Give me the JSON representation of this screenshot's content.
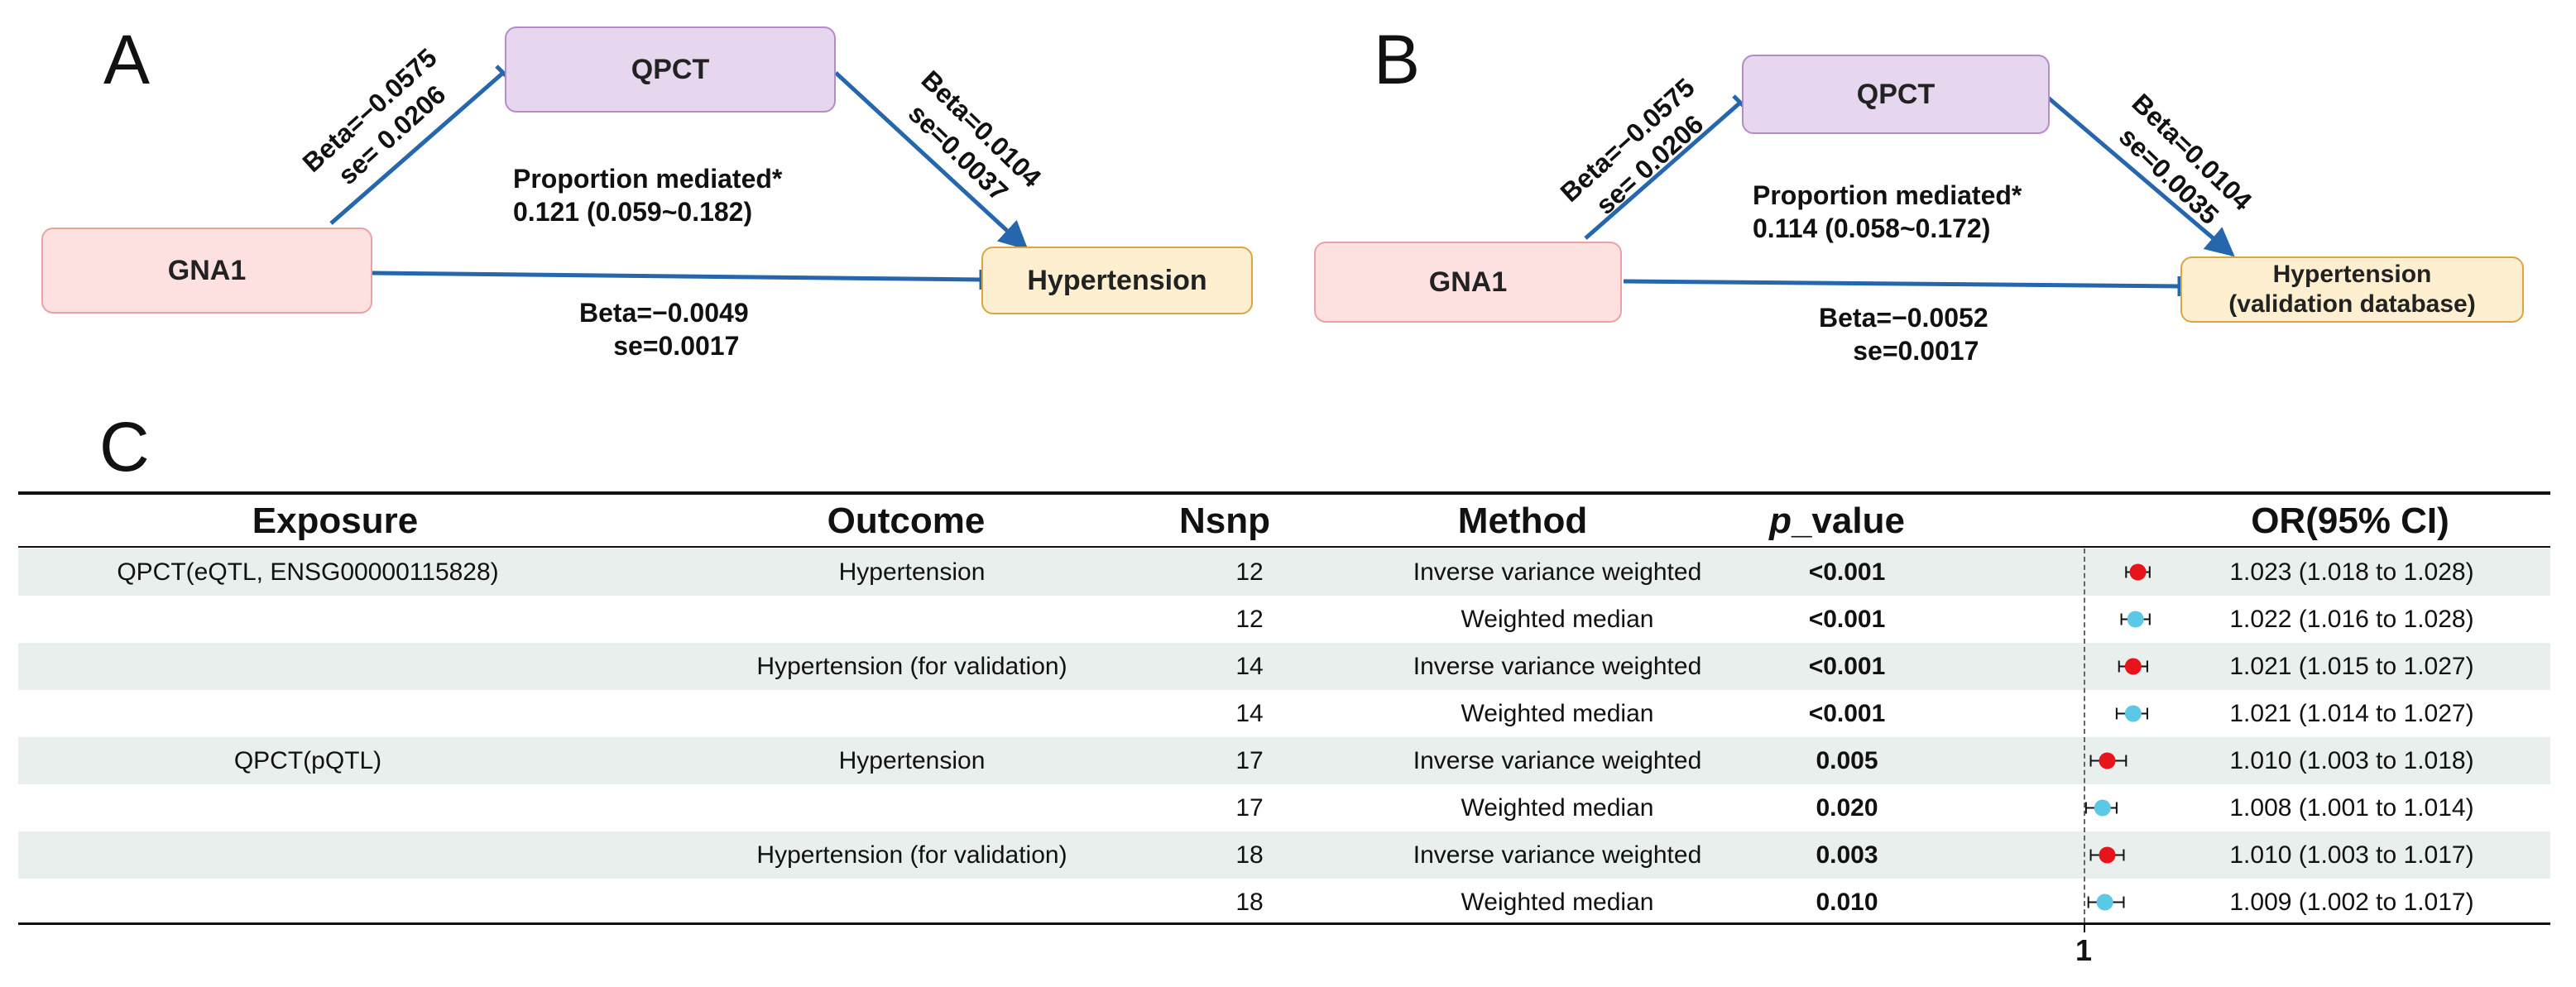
{
  "panel_a": {
    "letter": "A",
    "exposure": "GNA1",
    "mediator": "QPCT",
    "outcome": "Hypertension",
    "path_a": {
      "beta": "Beta=−0.0575",
      "se": "se= 0.0206"
    },
    "path_b": {
      "beta": "Beta=0.0104",
      "se": "se=0.0037"
    },
    "direct": {
      "beta": "Beta=−0.0049",
      "se": "se=0.0017"
    },
    "proportion_label": "Proportion mediated*",
    "proportion_value": "0.121  (0.059~0.182)"
  },
  "panel_b": {
    "letter": "B",
    "exposure": "GNA1",
    "mediator": "QPCT",
    "outcome_line1": "Hypertension",
    "outcome_line2": "(validation database)",
    "path_a": {
      "beta": "Beta=−0.0575",
      "se": "se= 0.0206"
    },
    "path_b": {
      "beta": "Beta=0.0104",
      "se": "se=0.0035"
    },
    "direct": {
      "beta": "Beta=−0.0052",
      "se": "se=0.0017"
    },
    "proportion_label": "Proportion mediated*",
    "proportion_value": "0.114  (0.058~0.172)"
  },
  "panel_c": {
    "letter": "C",
    "headers": {
      "exposure": "Exposure",
      "outcome": "Outcome",
      "nsnp": "Nsnp",
      "method": "Method",
      "p_italic": "p",
      "p_rest": "_value",
      "or": "OR(95% CI)"
    },
    "axis_label": "1",
    "rows": [
      {
        "exposure": "QPCT(eQTL, ENSG00000115828)",
        "outcome": "Hypertension",
        "nsnp": "12",
        "method": "Inverse variance weighted",
        "p": "<0.001",
        "or_text": "1.023 (1.018 to 1.028)",
        "or": 1.023,
        "lo": 1.018,
        "hi": 1.028,
        "color": "#e8141b"
      },
      {
        "exposure": "",
        "outcome": "",
        "nsnp": "12",
        "method": "Weighted median",
        "p": "<0.001",
        "or_text": "1.022 (1.016 to 1.028)",
        "or": 1.022,
        "lo": 1.016,
        "hi": 1.028,
        "color": "#5bc8e6"
      },
      {
        "exposure": "",
        "outcome": "Hypertension (for validation)",
        "nsnp": "14",
        "method": "Inverse variance weighted",
        "p": "<0.001",
        "or_text": "1.021 (1.015 to 1.027)",
        "or": 1.021,
        "lo": 1.015,
        "hi": 1.027,
        "color": "#e8141b"
      },
      {
        "exposure": "",
        "outcome": "",
        "nsnp": "14",
        "method": "Weighted median",
        "p": "<0.001",
        "or_text": "1.021 (1.014 to 1.027)",
        "or": 1.021,
        "lo": 1.014,
        "hi": 1.027,
        "color": "#5bc8e6"
      },
      {
        "exposure": "QPCT(pQTL)",
        "outcome": "Hypertension",
        "nsnp": "17",
        "method": "Inverse variance weighted",
        "p": "0.005",
        "or_text": "1.010 (1.003 to 1.018)",
        "or": 1.01,
        "lo": 1.003,
        "hi": 1.018,
        "color": "#e8141b"
      },
      {
        "exposure": "",
        "outcome": "",
        "nsnp": "17",
        "method": "Weighted median",
        "p": "0.020",
        "or_text": "1.008 (1.001 to 1.014)",
        "or": 1.008,
        "lo": 1.001,
        "hi": 1.014,
        "color": "#5bc8e6"
      },
      {
        "exposure": "",
        "outcome": "Hypertension (for validation)",
        "nsnp": "18",
        "method": "Inverse variance weighted",
        "p": "0.003",
        "or_text": "1.010 (1.003 to 1.017)",
        "or": 1.01,
        "lo": 1.003,
        "hi": 1.017,
        "color": "#e8141b"
      },
      {
        "exposure": "",
        "outcome": "",
        "nsnp": "18",
        "method": "Weighted median",
        "p": "0.010",
        "or_text": "1.009 (1.002 to 1.017)",
        "or": 1.009,
        "lo": 1.002,
        "hi": 1.017,
        "color": "#5bc8e6"
      }
    ]
  }
}
